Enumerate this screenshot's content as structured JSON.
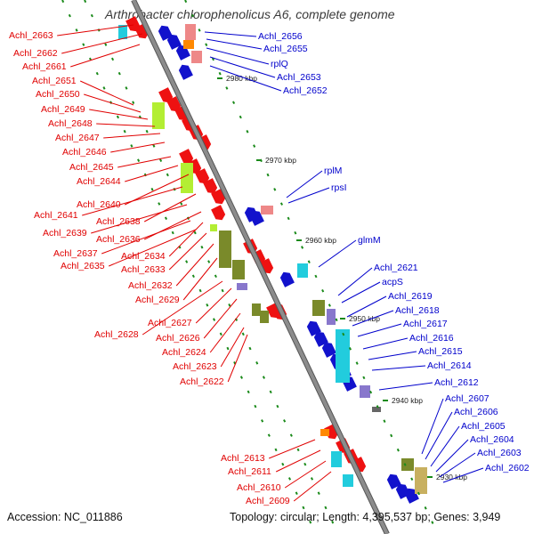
{
  "title": "Arthrobacter chlorophenolicus A6, complete genome",
  "footer": {
    "accession": "Accession: NC_011886",
    "summary": "Topology: circular; Length: 4,395,537 bp; Genes: 3,949"
  },
  "colors": {
    "forward_label": "#e00000",
    "reverse_label": "#0000cc",
    "backbone": "#8c8c8c",
    "forward_arrow": "#ee1111",
    "reverse_arrow": "#1212cc",
    "cog_lime": "#b3ee33",
    "cog_olive": "#7a8a2a",
    "cog_cyan": "#22ccdd",
    "cog_pink": "#ee8888",
    "cog_orange": "#ff8800",
    "cog_lavender": "#8877cc",
    "cog_tan": "#c8b060"
  },
  "forward_labels": [
    "Achl_2663",
    "Achl_2662",
    "Achl_2661",
    "Achl_2651",
    "Achl_2650",
    "Achl_2649",
    "Achl_2648",
    "Achl_2647",
    "Achl_2646",
    "Achl_2645",
    "Achl_2644",
    "Achl_2640",
    "Achl_2641",
    "Achl_2638",
    "Achl_2639",
    "Achl_2636",
    "Achl_2637",
    "Achl_2634",
    "Achl_2635",
    "Achl_2633",
    "Achl_2632",
    "Achl_2629",
    "Achl_2627",
    "Achl_2628",
    "Achl_2626",
    "Achl_2624",
    "Achl_2623",
    "Achl_2622",
    "Achl_2613",
    "Achl_2611",
    "Achl_2610",
    "Achl_2609"
  ],
  "reverse_labels": [
    "Achl_2656",
    "Achl_2655",
    "rplQ",
    "Achl_2653",
    "Achl_2652",
    "rplM",
    "rpsI",
    "glmM",
    "Achl_2621",
    "acpS",
    "Achl_2619",
    "Achl_2618",
    "Achl_2617",
    "Achl_2616",
    "Achl_2615",
    "Achl_2614",
    "Achl_2612",
    "Achl_2607",
    "Achl_2606",
    "Achl_2605",
    "Achl_2604",
    "Achl_2603",
    "Achl_2602"
  ],
  "ticks": [
    "2980 kbp",
    "2970 kbp",
    "2960 kbp",
    "2950 kbp",
    "2940 kbp",
    "2930 kbp"
  ]
}
